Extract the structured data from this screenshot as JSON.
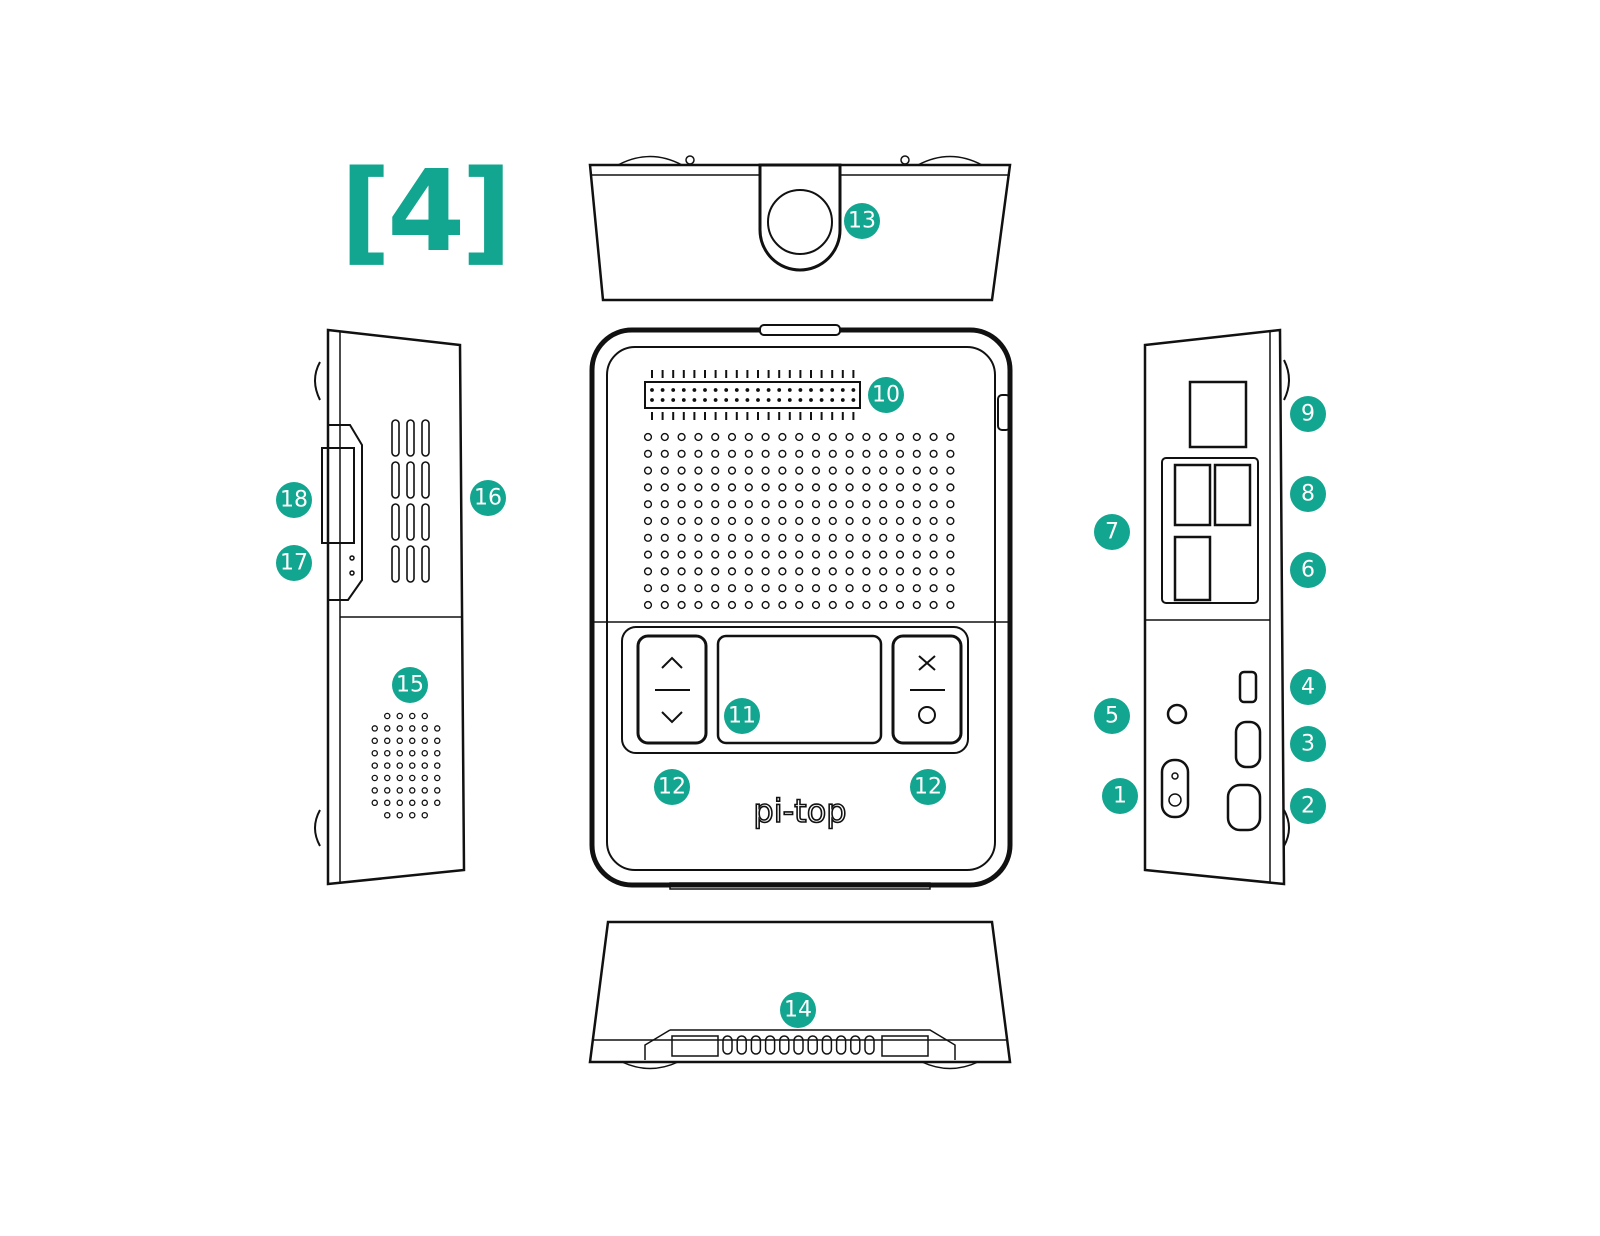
{
  "brand": {
    "bracket_label": "[4]",
    "accent_color": "#12a58f"
  },
  "device": {
    "logo_text": "pi-top"
  },
  "views": [
    "top-view",
    "front-view",
    "left-side-view",
    "right-side-view",
    "bottom-view"
  ],
  "callouts": [
    {
      "id": "c1",
      "label": "1"
    },
    {
      "id": "c2",
      "label": "2"
    },
    {
      "id": "c3",
      "label": "3"
    },
    {
      "id": "c4",
      "label": "4"
    },
    {
      "id": "c5",
      "label": "5"
    },
    {
      "id": "c6",
      "label": "6"
    },
    {
      "id": "c7",
      "label": "7"
    },
    {
      "id": "c8",
      "label": "8"
    },
    {
      "id": "c9",
      "label": "9"
    },
    {
      "id": "c10",
      "label": "10"
    },
    {
      "id": "c11",
      "label": "11"
    },
    {
      "id": "c12a",
      "label": "12"
    },
    {
      "id": "c12b",
      "label": "12"
    },
    {
      "id": "c13",
      "label": "13"
    },
    {
      "id": "c14",
      "label": "14"
    },
    {
      "id": "c15",
      "label": "15"
    },
    {
      "id": "c16",
      "label": "16"
    },
    {
      "id": "c17",
      "label": "17"
    },
    {
      "id": "c18",
      "label": "18"
    }
  ]
}
